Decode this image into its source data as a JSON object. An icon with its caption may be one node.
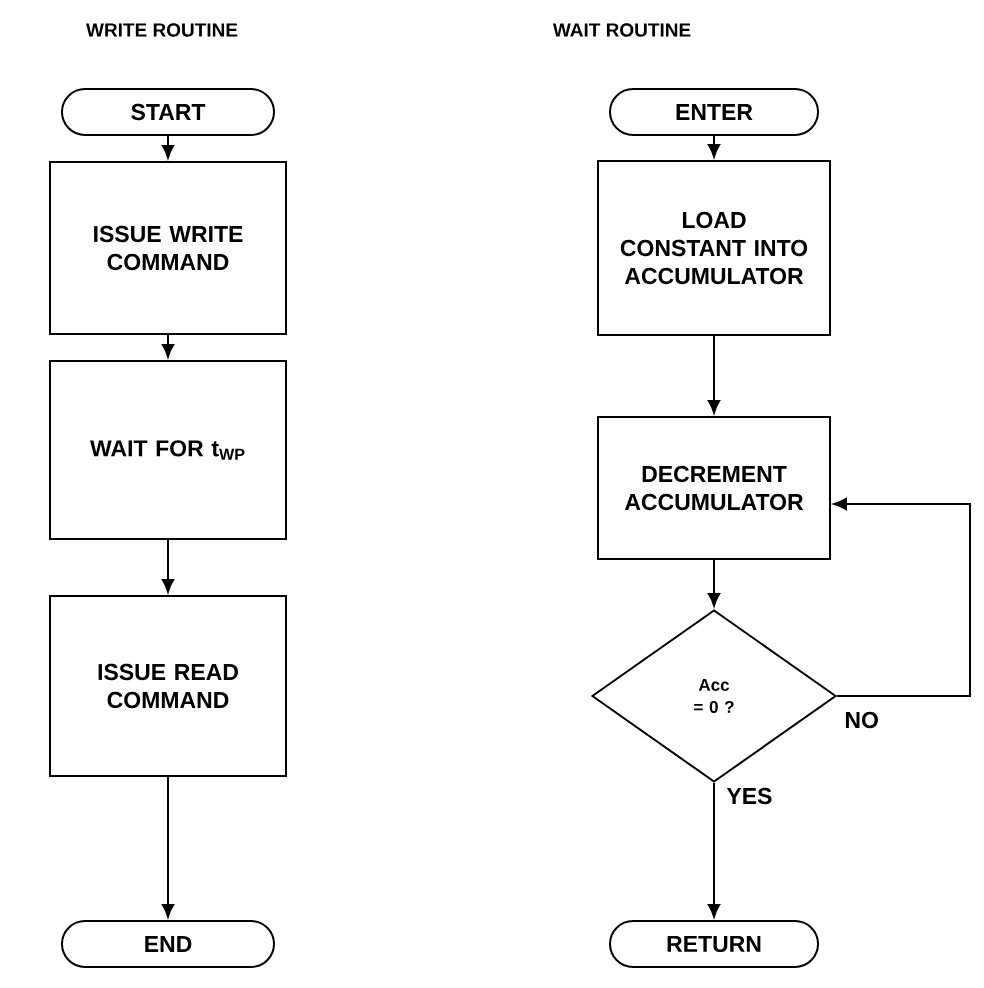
{
  "diagram": {
    "nodes": [
      {
        "text": [
          "START"
        ]
      },
      {
        "text": [
          "ISSUE WRITE COMMAND"
        ]
      },
      {
        "text": [
          "WAIT FOR t$_{WP}$"
        ]
      },
      {
        "text": [
          "ISSUE READ COMMAND"
        ]
      },
      {
        "text": [
          "END"
        ]
      },
      {
        "text": [
          "ENTER"
        ]
      },
      {
        "text": [
          "LOAD CONSTANT INTO ACCUMULATOR"
        ]
      },
      {
        "text": [
          "DECREMENT ACCUMULATOR"
        ]
      },
      {
        "text": [
          "Acc = 0 ?"
        ]
      },
      {
        "text": [
          "RETURN"
        ]
      }
    ],
    "edges": [
      {
        "from": 0,
        "to": 1,
        "arrow": "to"
      },
      {
        "from": 1,
        "to": 2,
        "arrow": "to"
      },
      {
        "from": 2,
        "to": 3,
        "arrow": "to"
      },
      {
        "from": 3,
        "to": 4,
        "arrow": "to"
      },
      {
        "from": 5,
        "to": 6,
        "arrow": "to"
      },
      {
        "from": 6,
        "to": 7,
        "arrow": "to"
      },
      {
        "from": 7,
        "to": 8,
        "arrow": "to"
      },
      {
        "from": 8,
        "to": 7,
        "arrow": "to",
        "label": "NO"
      },
      {
        "from": 8,
        "to": 9,
        "arrow": "to",
        "label": "YES"
      }
    ],
    "labels": [
      "WRITE ROUTINE",
      "WAIT ROUTINE"
    ]
  }
}
